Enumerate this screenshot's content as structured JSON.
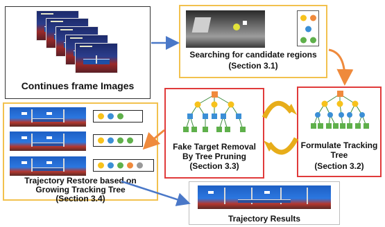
{
  "steps": {
    "frames": {
      "label": "Continues frame Images"
    },
    "search": {
      "label": "Searching for candidate regions",
      "section": "(Section 3.1)"
    },
    "formulate": {
      "label_line1": "Formulate Tracking",
      "label_line2": "Tree",
      "section": "(Section 3.2)"
    },
    "fake": {
      "label_line1": "Fake Target Removal",
      "label_line2": "By Tree Pruning",
      "section": "(Section 3.3)"
    },
    "restore": {
      "label_line1": "Trajectory Restore based on",
      "label_line2": "Growing Tracking Tree",
      "section": "(Section 3.4)"
    },
    "results": {
      "label": "Trajectory Results"
    }
  },
  "colors": {
    "yellow_border": "#f2c14e",
    "red_border": "#e03a3a",
    "blue_arrow": "#4a78c8",
    "orange_arrow": "#ef8a3c",
    "node_orange": "#f08a3c",
    "node_yellow": "#f7c21c",
    "node_blue": "#3b8fd6",
    "node_green": "#5fb04b",
    "node_gray": "#9a9a9a",
    "cycle_gold": "#e7ad1a"
  }
}
